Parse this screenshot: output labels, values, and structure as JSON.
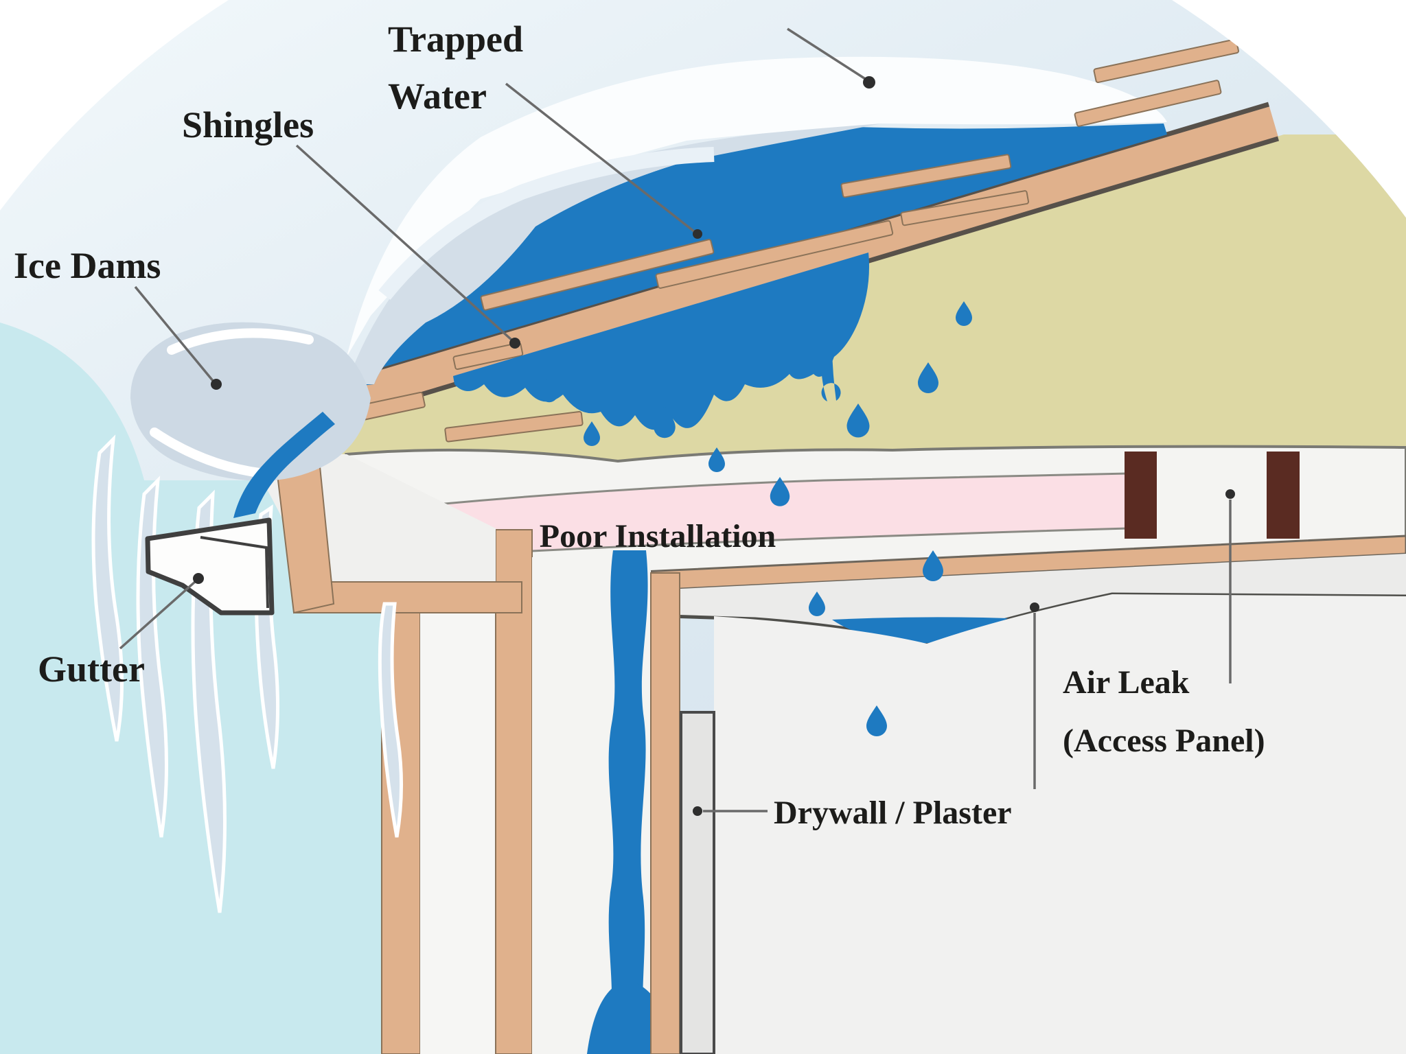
{
  "diagram": {
    "type": "illustration",
    "subject": "Ice dam roof leak cross-section",
    "labels": {
      "trapped_water": {
        "line1": "Trapped",
        "line2": "Water"
      },
      "shingles": "Shingles",
      "ice_dams": "Ice Dams",
      "gutter": "Gutter",
      "poor_installation": "Poor Installation",
      "air_leak": {
        "line1": "Air Leak",
        "line2": "(Access Panel)"
      },
      "drywall_plaster": "Drywall / Plaster"
    },
    "palette": {
      "water_blue": "#1e7ac1",
      "wood_tan": "#e0b18c",
      "insulation_khaki": "#ddd8a4",
      "batt_pink": "#fbdfe5",
      "framing_dark_brown": "#5a2b22",
      "ice_gray_blue": "#cdd9e4",
      "ice_cyan": "#c8e9ee",
      "snow_white": "#fbfdfe",
      "outline_gray": "#5f5a52",
      "label_text": "#1c1c1a"
    }
  }
}
